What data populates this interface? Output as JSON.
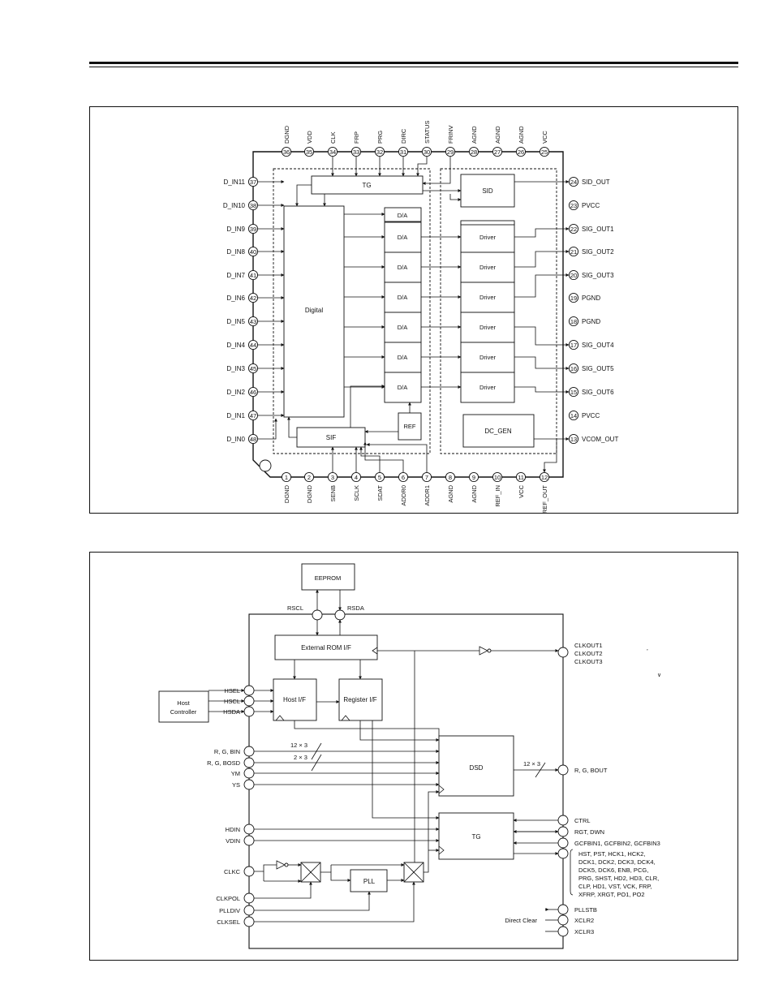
{
  "chip": {
    "top_pins": [
      {
        "num": "36",
        "label": "DGND"
      },
      {
        "num": "35",
        "label": "VDD"
      },
      {
        "num": "34",
        "label": "CLK"
      },
      {
        "num": "33",
        "label": "FRP"
      },
      {
        "num": "32",
        "label": "PRG"
      },
      {
        "num": "31",
        "label": "DIRC"
      },
      {
        "num": "30",
        "label": "STATUS"
      },
      {
        "num": "29",
        "label": "FRINV"
      },
      {
        "num": "28",
        "label": "AGND"
      },
      {
        "num": "27",
        "label": "AGND"
      },
      {
        "num": "26",
        "label": "AGND"
      },
      {
        "num": "25",
        "label": "VCC"
      }
    ],
    "bottom_pins": [
      {
        "num": "1",
        "label": "DGND"
      },
      {
        "num": "2",
        "label": "DGND"
      },
      {
        "num": "3",
        "label": "SENB"
      },
      {
        "num": "4",
        "label": "SCLK"
      },
      {
        "num": "5",
        "label": "SDAT"
      },
      {
        "num": "6",
        "label": "ADDR0"
      },
      {
        "num": "7",
        "label": "ADDR1"
      },
      {
        "num": "8",
        "label": "AGND"
      },
      {
        "num": "9",
        "label": "AGND"
      },
      {
        "num": "10",
        "label": "REF_IN"
      },
      {
        "num": "11",
        "label": "VCC"
      },
      {
        "num": "12",
        "label": "REF_OUT"
      }
    ],
    "left_pins": [
      {
        "num": "37",
        "label": "D_IN11"
      },
      {
        "num": "38",
        "label": "D_IN10"
      },
      {
        "num": "39",
        "label": "D_IN9"
      },
      {
        "num": "40",
        "label": "D_IN8"
      },
      {
        "num": "41",
        "label": "D_IN7"
      },
      {
        "num": "42",
        "label": "D_IN6"
      },
      {
        "num": "43",
        "label": "D_IN5"
      },
      {
        "num": "44",
        "label": "D_IN4"
      },
      {
        "num": "45",
        "label": "D_IN3"
      },
      {
        "num": "46",
        "label": "D_IN2"
      },
      {
        "num": "47",
        "label": "D_IN1"
      },
      {
        "num": "48",
        "label": "D_IN0"
      }
    ],
    "right_pins": [
      {
        "num": "24",
        "label": "SID_OUT"
      },
      {
        "num": "23",
        "label": "PVCC"
      },
      {
        "num": "22",
        "label": "SIG_OUT1"
      },
      {
        "num": "21",
        "label": "SIG_OUT2"
      },
      {
        "num": "20",
        "label": "SIG_OUT3"
      },
      {
        "num": "19",
        "label": "PGND"
      },
      {
        "num": "18",
        "label": "PGND"
      },
      {
        "num": "17",
        "label": "SIG_OUT4"
      },
      {
        "num": "16",
        "label": "SIG_OUT5"
      },
      {
        "num": "15",
        "label": "SIG_OUT6"
      },
      {
        "num": "14",
        "label": "PVCC"
      },
      {
        "num": "13",
        "label": "VCOM_OUT"
      }
    ],
    "blocks": {
      "tg": "TG",
      "sid": "SID",
      "digital": "Digital",
      "da": "D/A",
      "driver": "Driver",
      "ref": "REF",
      "sif": "SIF",
      "dc_gen": "DC_GEN"
    }
  },
  "system": {
    "eeprom": "EEPROM",
    "rscl": "RSCL",
    "rsda": "RSDA",
    "ext_rom_if": "External ROM I/F",
    "host_if": "Host I/F",
    "register_if": "Register I/F",
    "host_controller_1": "Host",
    "host_controller_2": "Controller",
    "dsd": "DSD",
    "tg": "TG",
    "pll": "PLL",
    "left_pins": [
      {
        "label": "HSEL"
      },
      {
        "label": "HSCL"
      },
      {
        "label": "HSDA"
      },
      {
        "label": "R, G, BIN"
      },
      {
        "label": "R, G, BOSD"
      },
      {
        "label": "YM"
      },
      {
        "label": "YS"
      },
      {
        "label": "HDIN"
      },
      {
        "label": "VDIN"
      },
      {
        "label": "CLKC"
      },
      {
        "label": "CLKPOL"
      },
      {
        "label": "PLLDIV"
      },
      {
        "label": "CLKSEL"
      }
    ],
    "bus_12x3": "12 × 3",
    "bus_2x3": "2 × 3",
    "bus_out_12x3": "12 × 3",
    "clkout": [
      "CLKOUT1",
      "CLKOUT2",
      "CLKOUT3"
    ],
    "rgbout": "R, G, BOUT",
    "ctrl": "CTRL",
    "rgt_dwn": "RGT, DWN",
    "gcfbin": "GCFBIN1, GCFBIN2, GCFBIN3",
    "tg_outputs": [
      "HST, PST, HCK1, HCK2,",
      "DCK1, DCK2, DCK3, DCK4,",
      "DCK5, DCK6, ENB, PCG,",
      "PRG, SHST, HD2, HD3, CLR,",
      "CLP, HD1, VST, VCK, FRP,",
      "XFRP, XRGT, PO1, PO2"
    ],
    "pllstb": "PLLSTB",
    "xclr2": "XCLR2",
    "xclr3": "XCLR3",
    "direct_clear": "Direct Clear"
  }
}
